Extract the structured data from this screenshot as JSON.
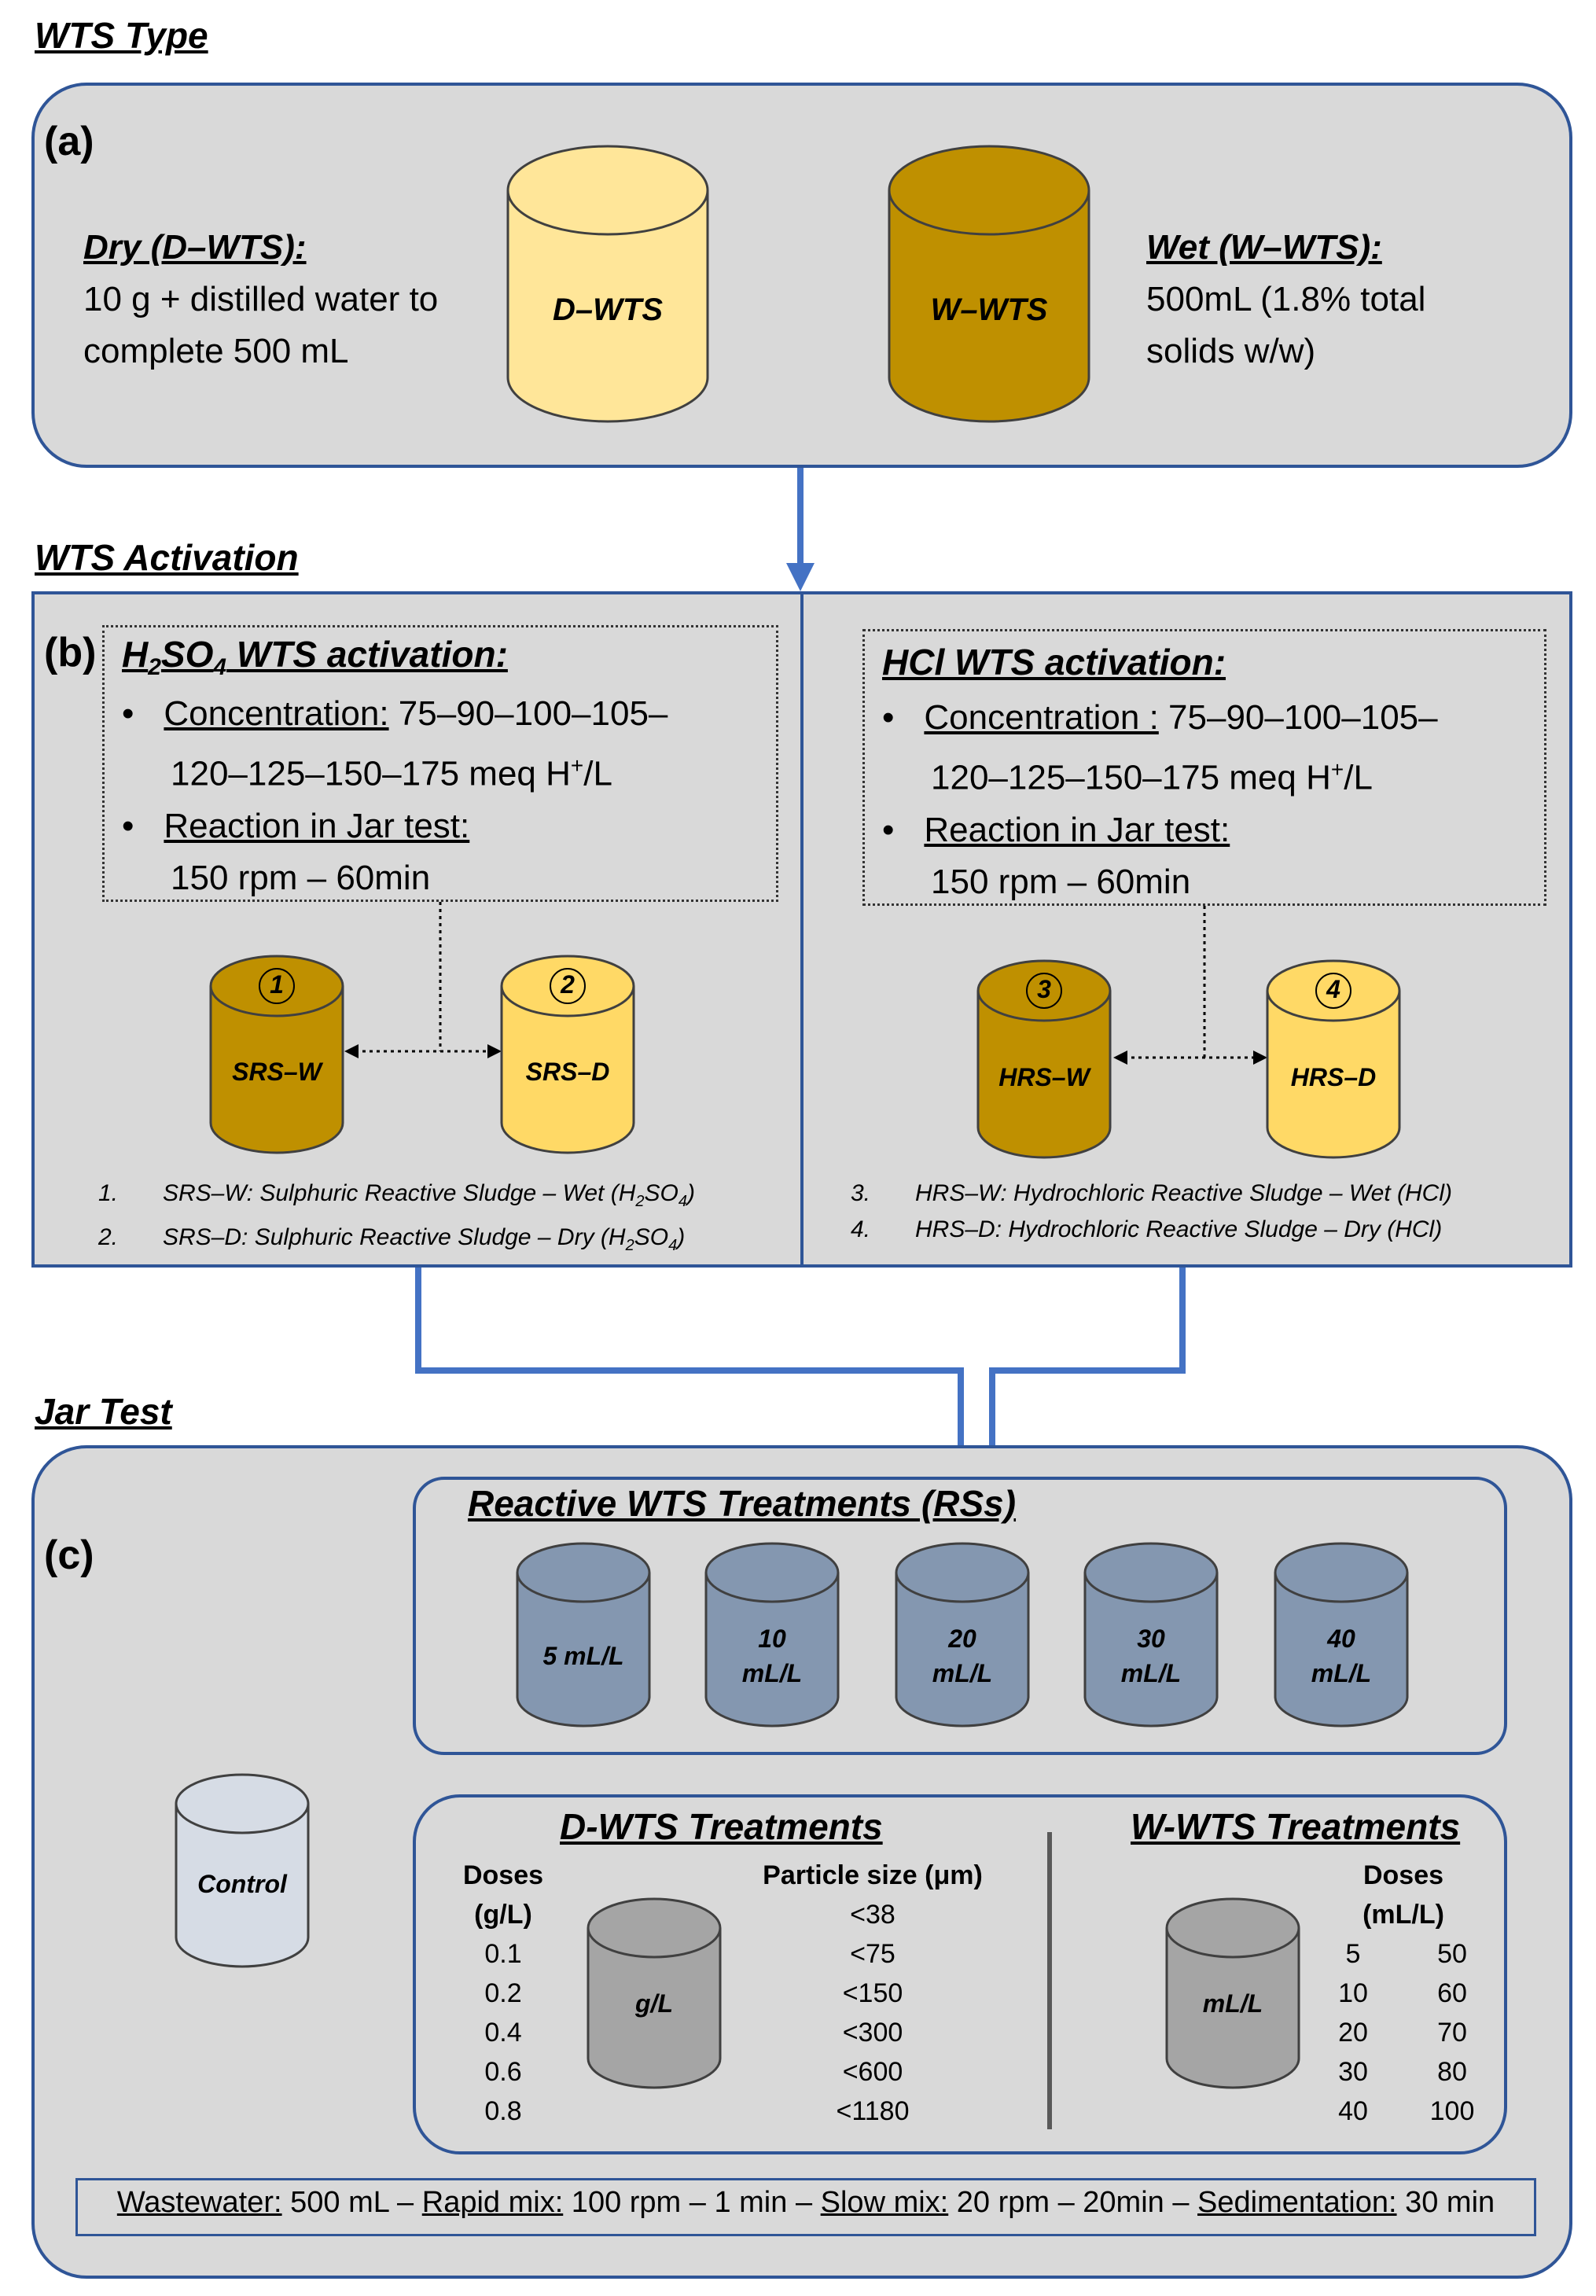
{
  "sections": {
    "a_title": "WTS Type",
    "b_title": "WTS Activation",
    "c_title": "Jar Test"
  },
  "panel_a": {
    "letter": "(a)",
    "dry_title": "Dry (D–WTS):",
    "dry_line1": "10 g + distilled water to",
    "dry_line2": "complete 500 mL",
    "cyl_d": "D–WTS",
    "cyl_w": "W–WTS",
    "wet_title": "Wet (W–WTS):",
    "wet_line1": "500mL (1.8% total",
    "wet_line2": "solids w/w)"
  },
  "panel_b": {
    "letter": "(b)",
    "left": {
      "title_h": "H",
      "title_sub2": "2",
      "title_so": "SO",
      "title_sub4": "4",
      "title_rest": " WTS activation:",
      "conc_label": "Concentration:",
      "conc_value": " 75–90–100–105–",
      "conc_line2": "120–125–150–175 meq H",
      "conc_sup": "+",
      "conc_unit": "/L",
      "react_label": "Reaction in Jar test:",
      "react_value": "150 rpm – 60min",
      "cyl1_num": "1",
      "cyl1_label": "SRS–W",
      "cyl2_num": "2",
      "cyl2_label": "SRS–D",
      "note1_num": "1.",
      "note1": "SRS–W: Sulphuric Reactive Sludge – Wet (H",
      "note1_sub2": "2",
      "note1_so": "SO",
      "note1_sub4": "4",
      "note1_end": ")",
      "note2_num": "2.",
      "note2": "SRS–D: Sulphuric Reactive Sludge – Dry (H",
      "note2_sub2": "2",
      "note2_so": "SO",
      "note2_sub4": "4",
      "note2_end": ")"
    },
    "right": {
      "title": "HCl WTS activation:",
      "conc_label": "Concentration :",
      "conc_value": " 75–90–100–105–",
      "conc_line2": "120–125–150–175 meq H",
      "conc_sup": "+",
      "conc_unit": "/L",
      "react_label": "Reaction in Jar test:",
      "react_value": "150 rpm – 60min",
      "cyl3_num": "3",
      "cyl3_label": "HRS–W",
      "cyl4_num": "4",
      "cyl4_label": "HRS–D",
      "note3_num": "3.",
      "note3": "HRS–W: Hydrochloric Reactive Sludge – Wet (HCl)",
      "note4_num": "4.",
      "note4": "HRS–D: Hydrochloric Reactive Sludge – Dry (HCl)"
    }
  },
  "panel_c": {
    "letter": "(c)",
    "rs_title": "Reactive WTS Treatments (RSs)",
    "rs_cyl1": "5 mL/L",
    "rs_cyl2_a": "10",
    "rs_cyl2_b": "mL/L",
    "rs_cyl3_a": "20",
    "rs_cyl3_b": "mL/L",
    "rs_cyl4_a": "30",
    "rs_cyl4_b": "mL/L",
    "rs_cyl5_a": "40",
    "rs_cyl5_b": "mL/L",
    "control": "Control",
    "d_title": "D-WTS Treatments",
    "d_doses_h1": "Doses",
    "d_doses_h2": "(g/L)",
    "d_doses": [
      "0.1",
      "0.2",
      "0.4",
      "0.6",
      "0.8"
    ],
    "d_particle_h": "Particle size (μm)",
    "d_particles": [
      "<38",
      "<75",
      "<150",
      "<300",
      "<600",
      "<1180"
    ],
    "d_cyl": "g/L",
    "w_title": "W-WTS Treatments",
    "w_doses_h1": "Doses",
    "w_doses_h2": "(mL/L)",
    "w_doses_col1": [
      "5",
      "10",
      "20",
      "30",
      "40"
    ],
    "w_doses_col2": [
      "50",
      "60",
      "70",
      "80",
      "100"
    ],
    "w_cyl": "mL/L",
    "footer": {
      "ww_label": "Wastewater:",
      "ww_val": " 500 mL – ",
      "rapid_label": "Rapid mix:",
      "rapid_val": " 100 rpm – 1 min – ",
      "slow_label": "Slow mix:",
      "slow_val": " 20 rpm –  20min – ",
      "sed_label": "Sedimentation:",
      "sed_val": " 30 min"
    }
  },
  "colors": {
    "panel_bg": "#d9d9d9",
    "border": "#2f5597",
    "arrow": "#4472c4",
    "dry_yellow": "#ffe699",
    "light_yellow": "#ffd966",
    "wet_brown": "#bf9000",
    "rs_blue": "#8497b0",
    "control_blue": "#d6dce5",
    "gray_cyl": "#a5a5a5"
  }
}
